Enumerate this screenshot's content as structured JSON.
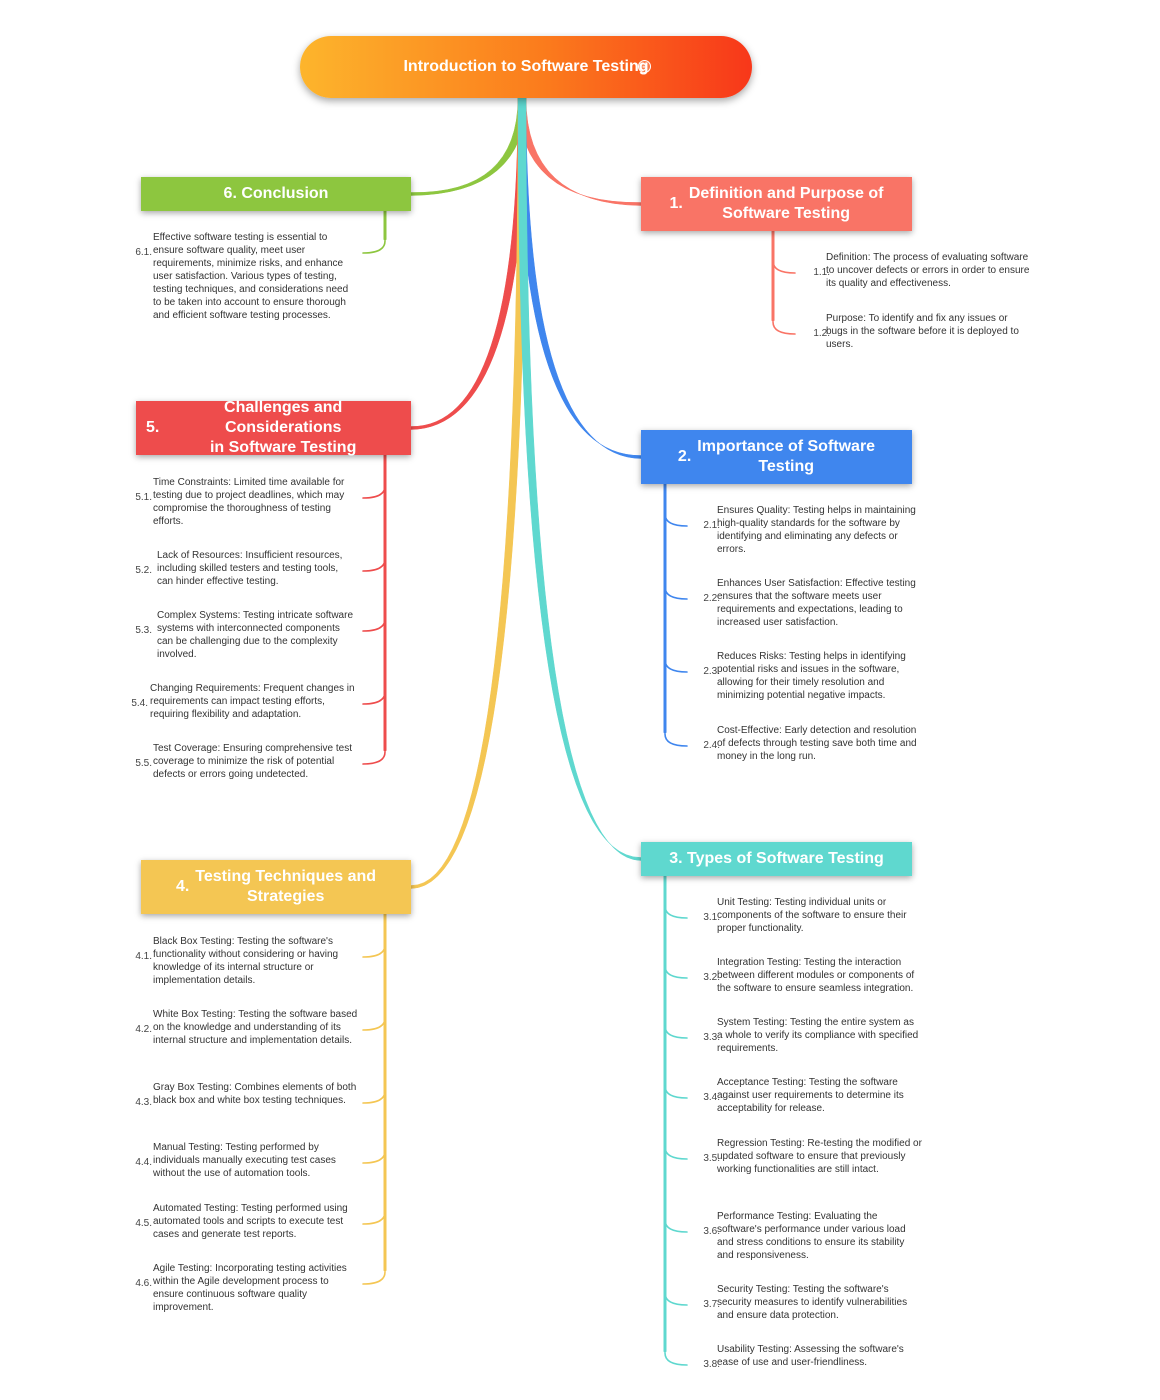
{
  "title": "Introduction to Software Testing",
  "note_icon": "note-icon",
  "colors": {
    "conclusion": "#8dc63f",
    "definition": "#f97466",
    "challenges": "#ee4c4c",
    "importance": "#3f86ee",
    "techniques": "#f4c653",
    "types": "#5fd8cf"
  },
  "branches": [
    {
      "key": "conclusion",
      "number": "",
      "label": "6. Conclusion",
      "items": [
        {
          "num": "6.1.",
          "text": "Effective software testing is essential to ensure software quality, meet user requirements, minimize risks, and enhance user satisfaction. Various types of testing, testing techniques, and considerations need to be taken into account to ensure thorough and efficient software testing processes."
        }
      ]
    },
    {
      "key": "definition",
      "number": "1.",
      "label": "Definition and Purpose of\nSoftware Testing",
      "items": [
        {
          "num": "1.1.",
          "text": "Definition: The process of evaluating software to uncover defects or errors in order to ensure its quality and effectiveness."
        },
        {
          "num": "1.2.",
          "text": "Purpose: To identify and fix any issues or bugs in the software before it is deployed to users."
        }
      ]
    },
    {
      "key": "challenges",
      "number": "5.",
      "label": "Challenges and Considerations\nin Software Testing",
      "items": [
        {
          "num": "5.1.",
          "text": "Time Constraints: Limited time available for testing due to project deadlines, which may compromise the thoroughness of testing efforts."
        },
        {
          "num": "5.2.",
          "text": "Lack of Resources: Insufficient resources, including skilled testers and testing tools, can hinder effective testing."
        },
        {
          "num": "5.3.",
          "text": "Complex Systems: Testing intricate software systems with interconnected components can be challenging due to the complexity involved."
        },
        {
          "num": "5.4.",
          "text": "Changing Requirements: Frequent changes in requirements can impact testing efforts, requiring flexibility and adaptation."
        },
        {
          "num": "5.5.",
          "text": "Test Coverage: Ensuring comprehensive test coverage to minimize the risk of potential defects or errors going undetected."
        }
      ]
    },
    {
      "key": "importance",
      "number": "2.",
      "label": "Importance of Software\nTesting",
      "items": [
        {
          "num": "2.1.",
          "text": "Ensures Quality: Testing helps in maintaining high-quality standards for the software by identifying and eliminating any defects or errors."
        },
        {
          "num": "2.2.",
          "text": "Enhances User Satisfaction: Effective testing ensures that the software meets user requirements and expectations, leading to increased user satisfaction."
        },
        {
          "num": "2.3.",
          "text": "Reduces Risks: Testing helps in identifying potential risks and issues in the software, allowing for their timely resolution and minimizing potential negative impacts."
        },
        {
          "num": "2.4.",
          "text": "Cost-Effective: Early detection and resolution of defects through testing save both time and money in the long run."
        }
      ]
    },
    {
      "key": "techniques",
      "number": "4.",
      "label": "Testing Techniques and\nStrategies",
      "items": [
        {
          "num": "4.1.",
          "text": "Black Box Testing: Testing the software's functionality without considering or having knowledge of its internal structure or implementation details."
        },
        {
          "num": "4.2.",
          "text": "White Box Testing: Testing the software based on the knowledge and understanding of its internal structure and implementation details."
        },
        {
          "num": "4.3.",
          "text": "Gray Box Testing: Combines elements of both black box and white box testing techniques."
        },
        {
          "num": "4.4.",
          "text": "Manual Testing: Testing performed by individuals manually executing test cases without the use of automation tools."
        },
        {
          "num": "4.5.",
          "text": "Automated Testing: Testing performed using automated tools and scripts to execute test cases and generate test reports."
        },
        {
          "num": "4.6.",
          "text": "Agile Testing: Incorporating testing activities within the Agile development process to ensure continuous software quality improvement."
        }
      ]
    },
    {
      "key": "types",
      "number": "",
      "label": "3. Types of Software Testing",
      "items": [
        {
          "num": "3.1.",
          "text": "Unit Testing: Testing individual units or components of the software to ensure their proper functionality."
        },
        {
          "num": "3.2.",
          "text": "Integration Testing: Testing the interaction between different modules or components of the software to ensure seamless integration."
        },
        {
          "num": "3.3.",
          "text": "System Testing: Testing the entire system as a whole to verify its compliance with specified requirements."
        },
        {
          "num": "3.4.",
          "text": "Acceptance Testing: Testing the software against user requirements to determine its acceptability for release."
        },
        {
          "num": "3.5.",
          "text": "Regression Testing: Re-testing the modified or updated software to ensure that previously working functionalities are still intact."
        },
        {
          "num": "3.6.",
          "text": "Performance Testing: Evaluating the software's performance under various load and stress conditions to ensure its stability and responsiveness."
        },
        {
          "num": "3.7.",
          "text": "Security Testing: Testing the software's security measures to identify vulnerabilities and ensure data protection."
        },
        {
          "num": "3.8.",
          "text": "Usability Testing: Assessing the software's ease of use and user-friendliness."
        }
      ]
    }
  ]
}
